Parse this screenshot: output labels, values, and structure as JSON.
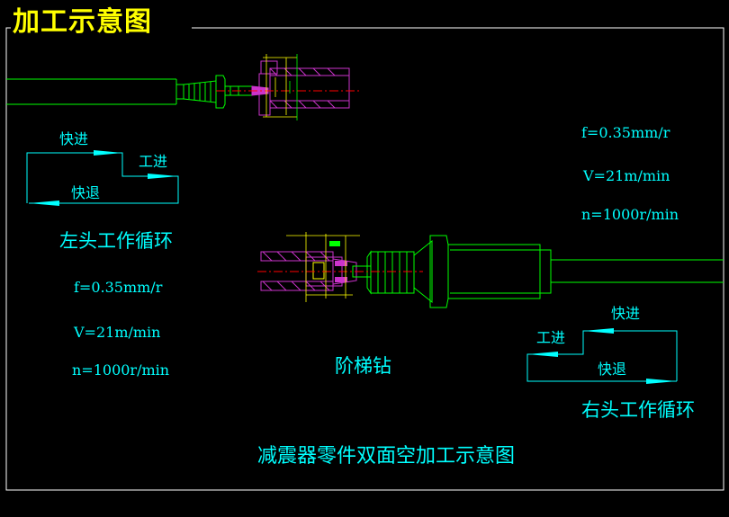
{
  "title": "加工示意图",
  "drawing_caption": "减震器零件双面空加工示意图",
  "operation_label": "阶梯钻",
  "left_head": {
    "cycle_title": "左头工作循环",
    "fast_forward": "快进",
    "work_feed": "工进",
    "fast_return": "快退",
    "feed": "f=0.35mm/r",
    "speed": "V=21m/min",
    "rpm": "n=1000r/min"
  },
  "right_head": {
    "cycle_title": "右头工作循环",
    "fast_forward": "快进",
    "work_feed": "工进",
    "fast_return": "快退",
    "feed": "f=0.35mm/r",
    "speed": "V=21m/min",
    "rpm": "n=1000r/min"
  },
  "colors": {
    "background": "#000000",
    "title": "#ffff00",
    "annotation_text": "#00ffff",
    "outline": "#00ff00",
    "workpiece_section": "#cc33cc",
    "dimension": "#ffff00",
    "centerline": "#ff0000",
    "frame": "#ffffff"
  }
}
